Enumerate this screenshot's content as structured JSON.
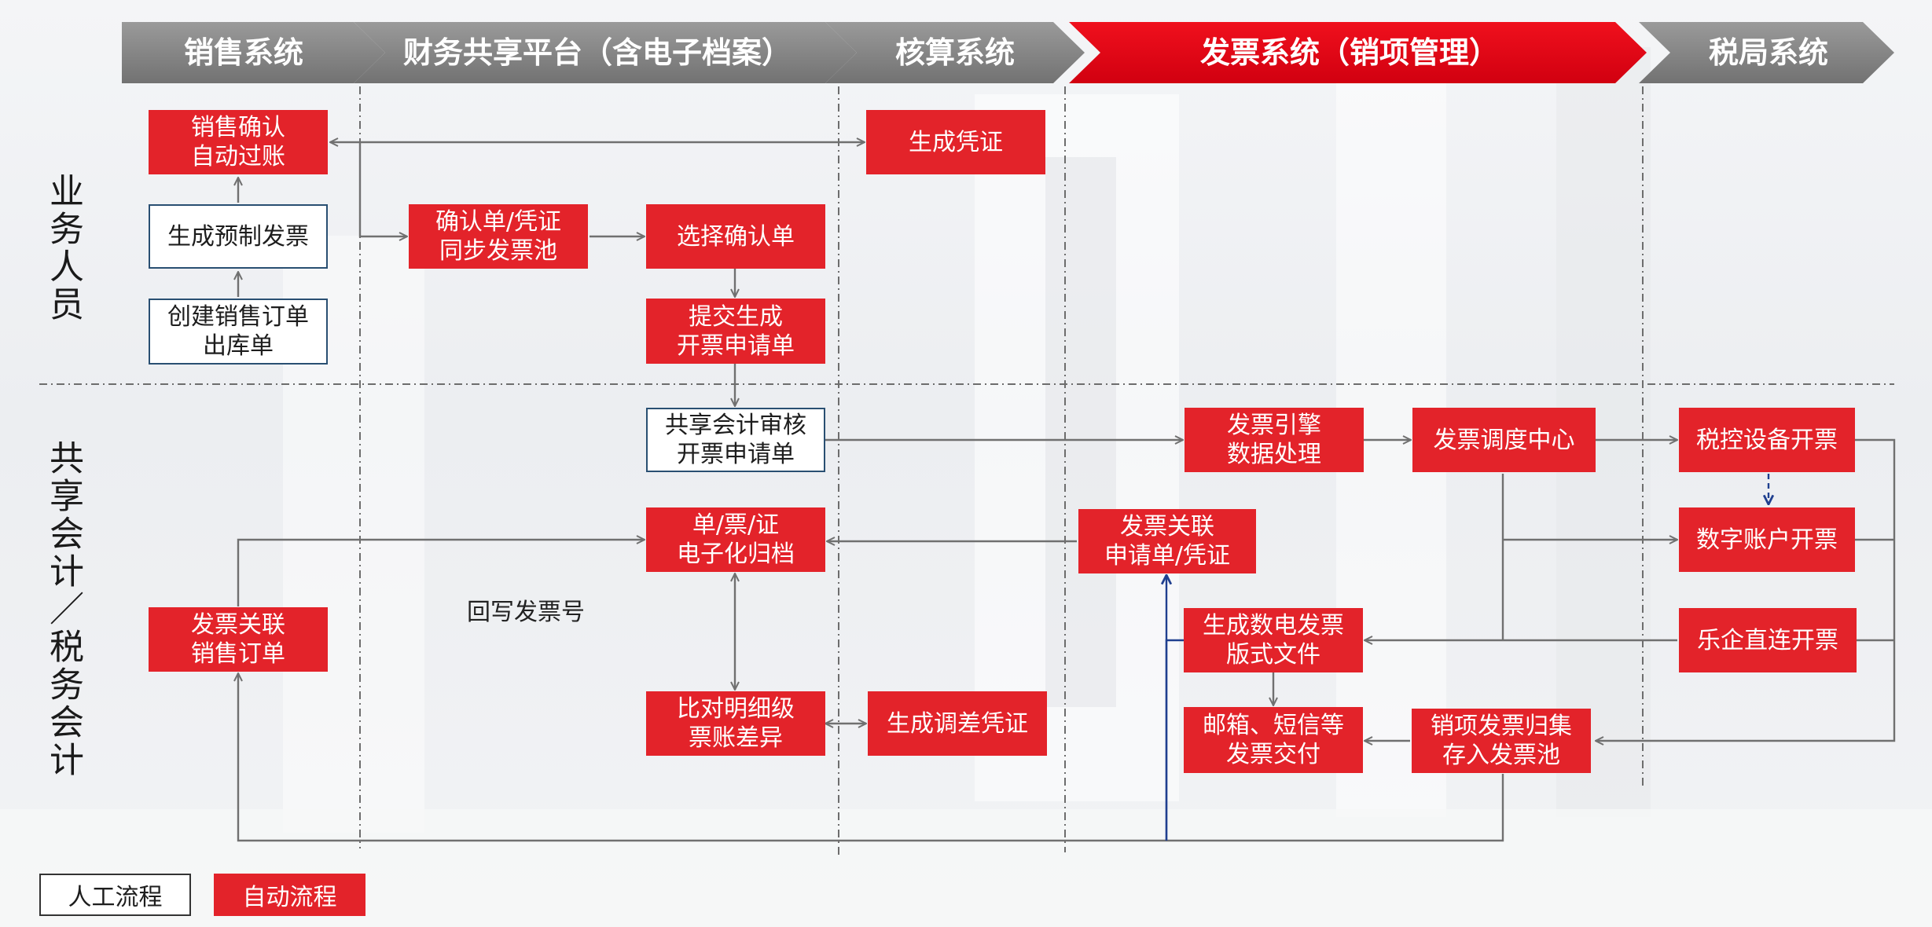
{
  "colors": {
    "accent": "#e3232a",
    "header_grey": "#858585",
    "header_red": "#e60012",
    "manual_border": "#294f72",
    "line": "#777777"
  },
  "header": {
    "sales": "销售系统",
    "finance": "财务共享平台（含电子档案）",
    "accounting": "核算系统",
    "invoice": "发票系统（销项管理）",
    "tax": "税局系统"
  },
  "lanes": {
    "business": "业务人员",
    "shared": "共享会计／税务会计"
  },
  "boxes": {
    "sales_confirm": "销售确认\n自动过账",
    "gen_voucher": "生成凭证",
    "prefab_invoice": "生成预制发票",
    "sync_pool": "确认单/凭证\n同步发票池",
    "select_confirm": "选择确认单",
    "create_order": "创建销售订单\n出库单",
    "submit_apply": "提交生成\n开票申请单",
    "review_apply": "共享会计审核\n开票申请单",
    "engine": "发票引擎\n数据处理",
    "dispatch": "发票调度中心",
    "taxctrl": "税控设备开票",
    "archive": "单/票/证\n电子化归档",
    "link_apply": "发票关联\n申请单/凭证",
    "digital": "数字账户开票",
    "link_order": "发票关联\n销售订单",
    "gen_file": "生成数电发票\n版式文件",
    "leqi": "乐企直连开票",
    "compare": "比对明细级\n票账差异",
    "adjust": "生成调差凭证",
    "delivery": "邮箱、短信等\n发票交付",
    "collect": "销项发票归集\n存入发票池"
  },
  "notes": {
    "writeback": "回写发票号"
  },
  "legend": {
    "manual": "人工流程",
    "auto": "自动流程"
  }
}
